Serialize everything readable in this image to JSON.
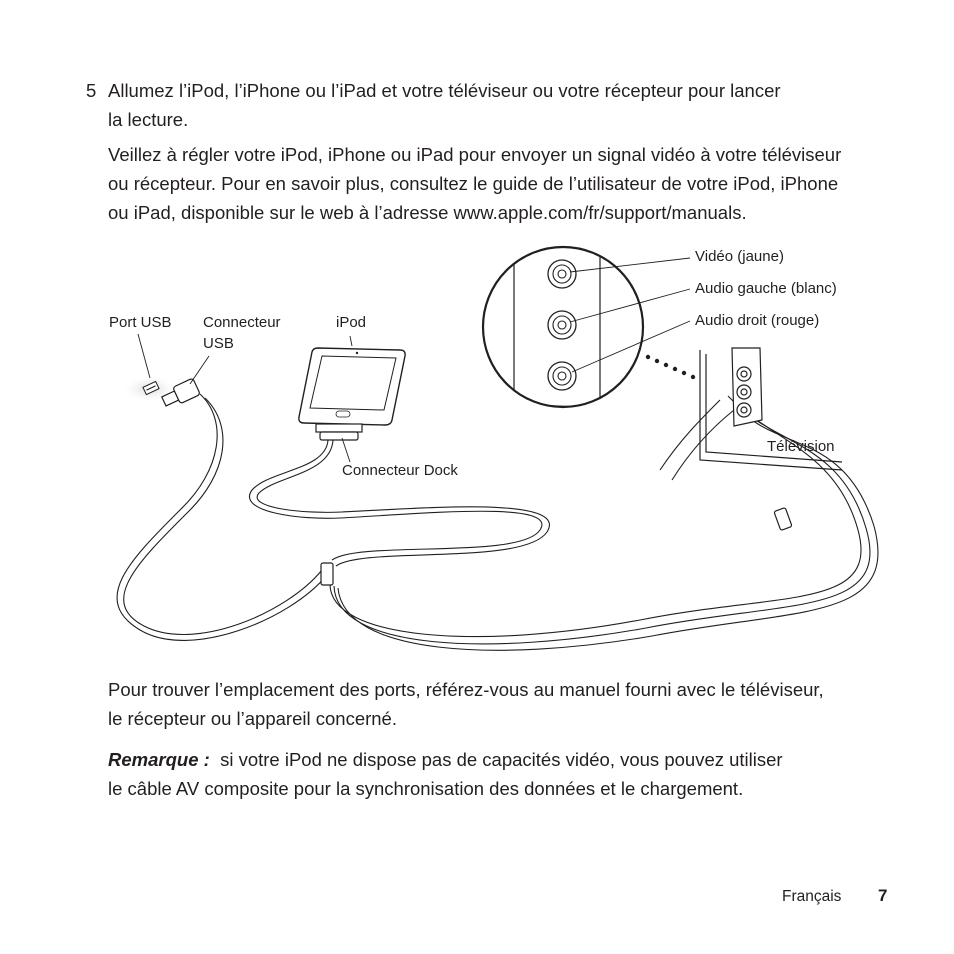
{
  "step": {
    "number": "5",
    "line1": "Allumez l’iPod, l’iPhone ou l’iPad et votre téléviseur ou votre récepteur pour lancer",
    "line2": "la lecture."
  },
  "para1": {
    "line1": "Veillez à régler votre iPod, iPhone ou iPad pour envoyer un signal vidéo à votre téléviseur",
    "line2": "ou récepteur. Pour en savoir plus, consultez le guide de l’utilisateur de votre iPod, iPhone",
    "line3": "ou iPad, disponible sur le web à l’adresse www.apple.com/fr/support/manuals."
  },
  "diagram": {
    "labels": {
      "port_usb": "Port USB",
      "connecteur_usb_1": "Connecteur",
      "connecteur_usb_2": "USB",
      "ipod": "iPod",
      "connecteur_dock": "Connecteur Dock",
      "video": "Vidéo (jaune)",
      "audio_gauche": "Audio gauche (blanc)",
      "audio_droit": "Audio droit (rouge)",
      "television": "Télévision"
    }
  },
  "para2": {
    "line1": "Pour trouver l’emplacement des ports, référez-vous au manuel fourni avec le téléviseur,",
    "line2": "le récepteur ou l’appareil concerné."
  },
  "note": {
    "label": "Remarque :",
    "line1": "si votre iPod ne dispose pas de capacités vidéo, vous pouvez utiliser",
    "line2": "le câble AV composite pour la synchronisation des données et le chargement."
  },
  "footer": {
    "language": "Français",
    "page": "7"
  }
}
